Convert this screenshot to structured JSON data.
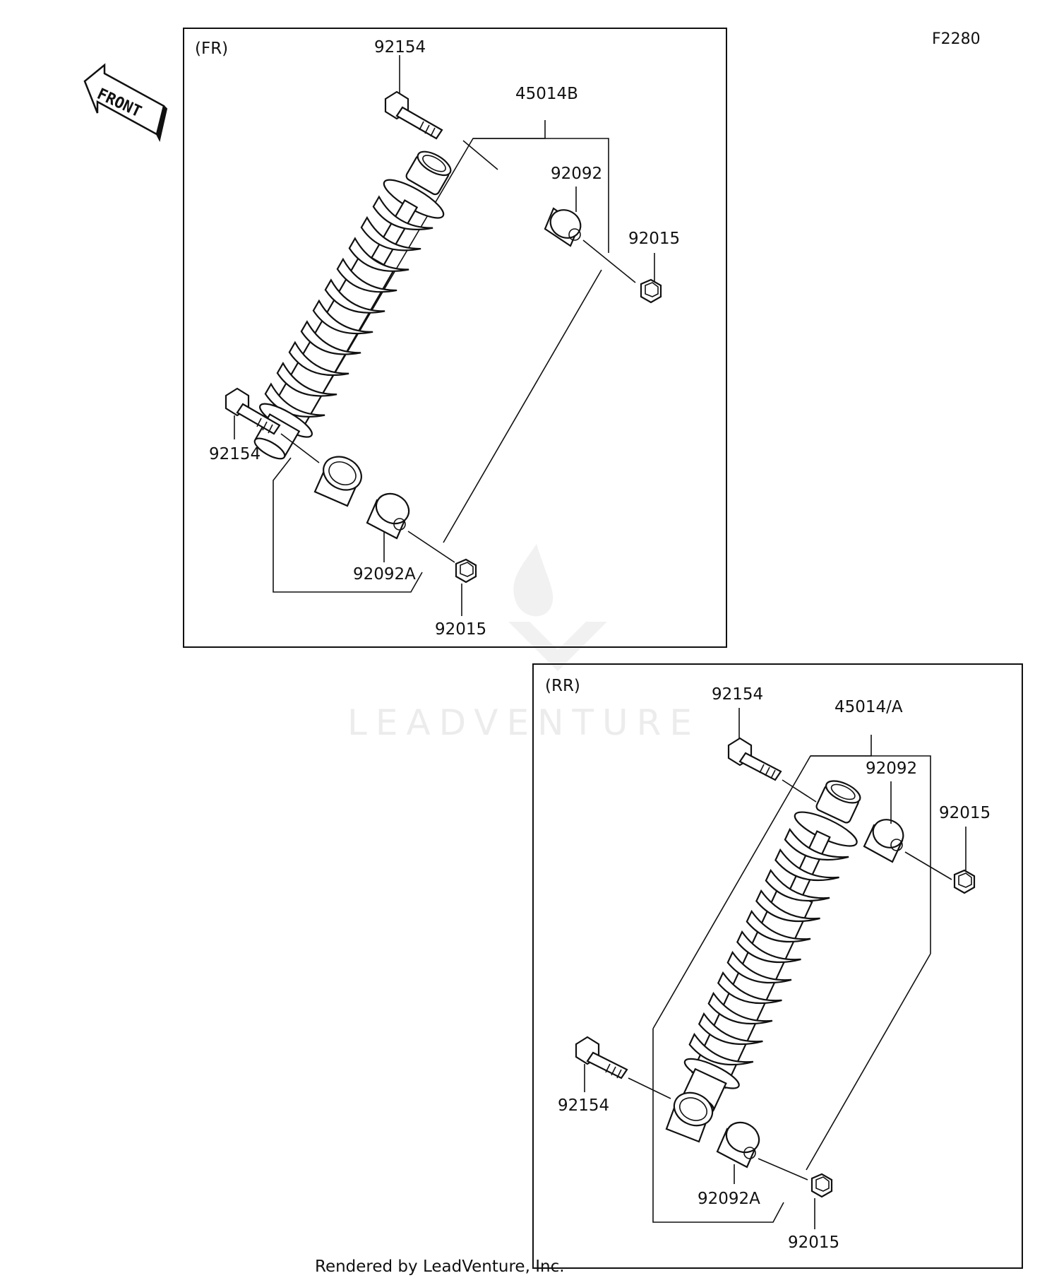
{
  "diagram_code": "F2280",
  "front_label": "FRONT",
  "watermark": "LEADVENTURE",
  "footer": "Rendered by LeadVenture, Inc.",
  "sections": [
    {
      "id": "front",
      "title": "(FR)",
      "labels": {
        "top_bolt": "92154",
        "shock_assembly": "45014B",
        "top_collar": "92092",
        "top_nut": "92015",
        "bottom_bolt": "92154",
        "bottom_collar": "92092A",
        "bottom_nut": "92015"
      }
    },
    {
      "id": "rear",
      "title": "(RR)",
      "labels": {
        "top_bolt": "92154",
        "shock_assembly": "45014/A",
        "top_collar": "92092",
        "top_nut": "92015",
        "bottom_bolt": "92154",
        "bottom_collar": "92092A",
        "bottom_nut": "92015"
      }
    }
  ]
}
